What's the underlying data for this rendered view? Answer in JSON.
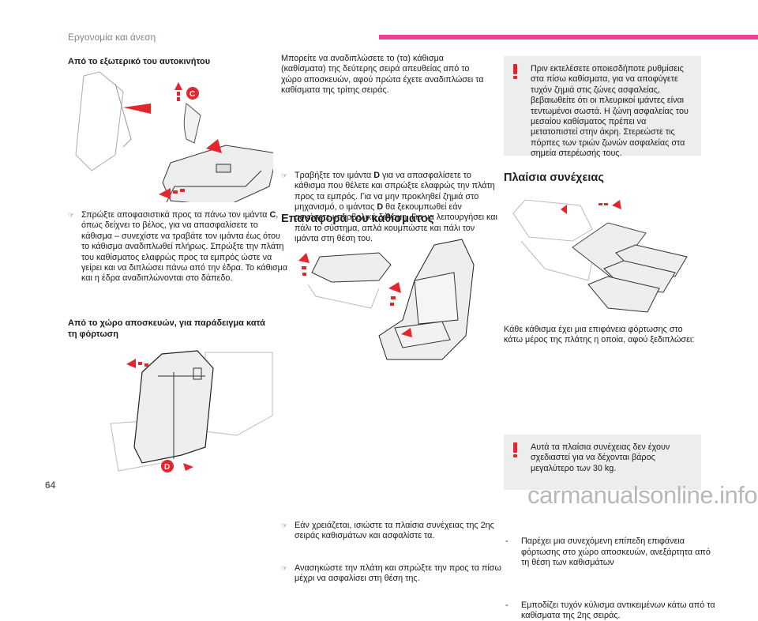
{
  "header": {
    "section_title": "Εργονομία και άνεση",
    "accent_color": "#ee3e96"
  },
  "left_column": {
    "heading_outside": "Από το εξωτερικό του αυτοκινήτου",
    "image1": {
      "description": "seat-fold-from-outside",
      "label": "C"
    },
    "bullet1": {
      "before": "Σπρώξτε αποφασιστικά προς τα πάνω τον ιμάντα ",
      "strap": "C",
      "after": ", όπως δείχνει το βέλος, για να απασφαλίσετε το κάθισμα – συνεχίστε να τραβάτε τον ιμάντα έως ότου το κάθισμα αναδιπλωθεί πλήρως. Σπρώξτε την πλάτη του καθίσματος ελαφρώς προς τα εμπρός ώστε να γείρει και να διπλώσει πάνω από την έδρα. Το κάθισμα και η έδρα αναδιπλώνονται στο δάπεδο."
    },
    "heading_boot": "Από το χώρο αποσκευών, για παράδειγμα κατά τη φόρτωση",
    "image2": {
      "description": "seat-fold-from-boot",
      "label": "D"
    }
  },
  "middle_column": {
    "intro": "Μπορείτε να αναδιπλώσετε το (τα) κάθισμα (καθίσματα) της δεύτερης σειρά απευθείας από το χώρο αποσκευών, αφού πρώτα έχετε αναδιπλώσει τα καθίσματα της τρίτης σειράς.",
    "bullet1": {
      "p1": "Τραβήξτε τον ιμάντα ",
      "strap1": "D",
      "p2": " για να απασφαλίσετε το κάθισμα που θέλετε και σπρώξτε ελαφρώς την πλάτη προς τα εμπρός. Για να μην προκληθεί ζημιά στο μηχανισμό, ο ιμάντας ",
      "strap2": "D",
      "p3": " θα ξεκουμπωθεί εάν ασκήσετε υπερβολική δύναμη. Για να λειτουργήσει και πάλι το σύστημα, απλά κουμπώστε και πάλι τον ιμάντα στη θέση του."
    },
    "heading_restore": "Επαναφορά του καθίσματος",
    "image3": {
      "description": "seat-restore"
    },
    "bullet2": "Εάν χρειάζεται, ισιώστε τα πλαίσια συνέχειας της 2ης σειράς καθισμάτων και ασφαλίστε τα.",
    "bullet3": "Ανασηκώστε την πλάτη και σπρώξτε την προς τα πίσω μέχρι να ασφαλίσει στη θέση της."
  },
  "right_column": {
    "warning1": "Πριν εκτελέσετε οποιεσδήποτε ρυθμίσεις στα πίσω καθίσματα, για να αποφύγετε τυχόν ζημιά στις ζώνες ασφαλείας, βεβαιωθείτε ότι οι πλευρικοί ιμάντες είναι τεντωμένοι σωστά. Η ζώνη ασφαλείας του μεσαίου καθίσματος πρέπει να μετατοπιστεί στην άκρη. Στερεώστε τις πόρπες των τριών ζωνών ασφαλείας στα σημεία στερέωσής τους.",
    "heading_frames": "Πλαίσια συνέχειας",
    "image4": {
      "description": "continuity-frames"
    },
    "para": "Κάθε κάθισμα έχει μια επιφάνεια φόρτωσης στο κάτω μέρος της πλάτης η οποία, αφού ξεδιπλώσει:",
    "dash_items": [
      "Παρέχει μια συνεχόμενη επίπεδη επιφάνεια φόρτωσης στο χώρο αποσκευών, ανεξάρτητα από τη θέση των καθισμάτων",
      "Εμποδίζει τυχόν κύλισμα αντικειμένων κάτω από τα καθίσματα της 2ης σειράς."
    ],
    "warning2": "Αυτά τα πλαίσια συνέχειας δεν έχουν σχεδιαστεί για να δέχονται βάρος μεγαλύτερο των 30 kg."
  },
  "footer": {
    "page_number": "64",
    "watermark": "carmanualsonline.info"
  },
  "icons": {
    "bullet": "☞",
    "dash": "-"
  }
}
